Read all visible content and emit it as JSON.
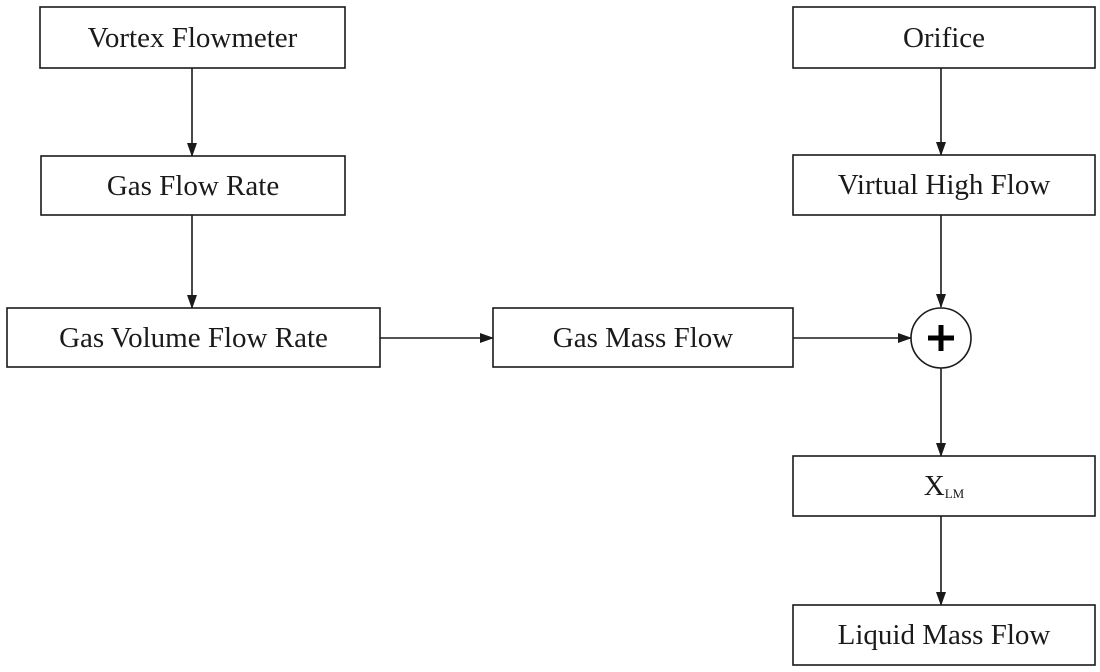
{
  "diagram": {
    "nodes": {
      "vortex": {
        "label": "Vortex Flowmeter"
      },
      "gas_flow_rate": {
        "label": "Gas Flow Rate"
      },
      "gas_volume": {
        "label": "Gas Volume Flow Rate"
      },
      "gas_mass": {
        "label": "Gas Mass Flow"
      },
      "orifice": {
        "label": "Orifice"
      },
      "virtual_high": {
        "label": "Virtual High Flow"
      },
      "xlm": {
        "label": "X",
        "subscript": "LM"
      },
      "liquid_mass": {
        "label": "Liquid Mass Flow"
      }
    },
    "sum": {
      "symbol": "+"
    },
    "edges": [
      {
        "from": "vortex",
        "to": "gas_flow_rate"
      },
      {
        "from": "gas_flow_rate",
        "to": "gas_volume"
      },
      {
        "from": "gas_volume",
        "to": "gas_mass"
      },
      {
        "from": "gas_mass",
        "to": "sum"
      },
      {
        "from": "orifice",
        "to": "virtual_high"
      },
      {
        "from": "virtual_high",
        "to": "sum"
      },
      {
        "from": "sum",
        "to": "xlm"
      },
      {
        "from": "xlm",
        "to": "liquid_mass"
      }
    ]
  }
}
